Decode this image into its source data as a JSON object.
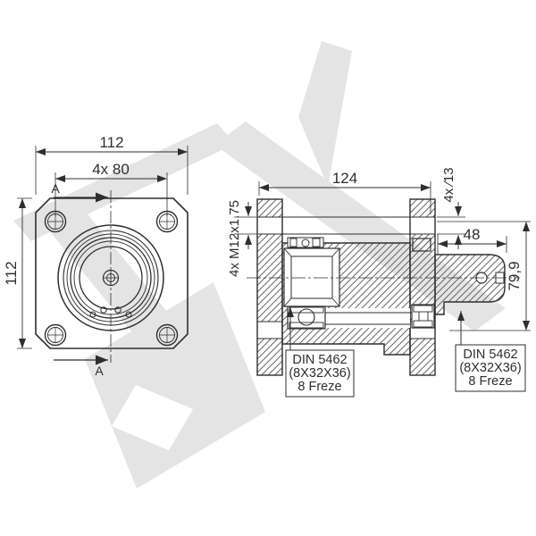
{
  "colors": {
    "line": "#2e2e2e",
    "hatch": "#555555",
    "watermark": "#e4e4e4",
    "background": "#ffffff"
  },
  "front_view": {
    "dim_overall_width": "112",
    "dim_bolt_spacing": "4x 80",
    "dim_overall_height": "112",
    "section_arrow_top": "A",
    "section_arrow_bottom": "A"
  },
  "section_view": {
    "dim_flange_span": "124",
    "dim_bolt_hole": "4x ∕13",
    "dim_thread": "4x M12x1.75",
    "dim_spline_length": "48",
    "dim_height": "79,9",
    "spline_label_left": {
      "line1": "DIN 5462",
      "line2": "(8X32X36)",
      "line3": "8 Freze"
    },
    "spline_label_right": {
      "line1": "DIN 5462",
      "line2": "(8X32X36)",
      "line3": "8 Freze"
    }
  }
}
